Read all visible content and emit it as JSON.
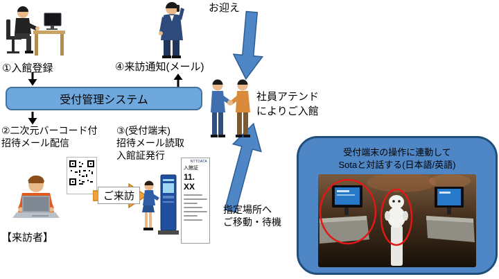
{
  "labels": {
    "step1": "①入館登録",
    "step2_line1": "②二次元バーコード付",
    "step2_line2": "招待メール配信",
    "step3_line1": "③(受付端末)",
    "step3_line2": "招待メール読取",
    "step3_line3": "入館証発行",
    "step4": "④来訪通知(メール)",
    "greeting": "お迎え",
    "system": "受付管理システム",
    "visitor_caption": "【来訪者】",
    "visit_arrow": "ご来訪",
    "attend_line1": "社員アテンド",
    "attend_line2": "によりご入館",
    "wait_line1": "指定場所へ",
    "wait_line2": "ご移動・待機"
  },
  "badge": {
    "brand": "NTTDATA",
    "title": "入館証",
    "number": "11. XX"
  },
  "sota_box": {
    "line1": "受付端末の操作に連動して",
    "line2": "Sotaと対話する(日本語/英語)"
  },
  "colors": {
    "system_bar_fill": "#6fa8dc",
    "system_bar_border": "#41719c",
    "flow_arrow_blue": "#4f86c6",
    "visit_arrow_orange": "#f0a13a",
    "sota_box_fill": "#4f86c6",
    "sota_box_border": "#1f4e79",
    "highlight_red": "#e01818"
  }
}
